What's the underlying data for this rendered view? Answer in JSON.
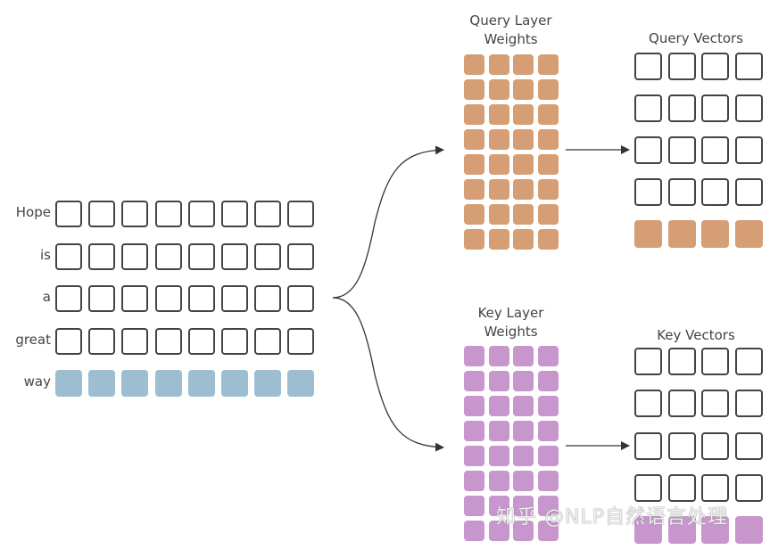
{
  "input": {
    "tokens": [
      "Hope",
      "is",
      "a",
      "great",
      "way"
    ],
    "dim": 8,
    "highlight_color": "#9dbdd1",
    "highlight_row": 4
  },
  "query_weights": {
    "title_line1": "Query Layer",
    "title_line2": "Weights",
    "rows": 8,
    "cols": 4,
    "color": "#d59e74"
  },
  "query_vectors": {
    "title": "Query Vectors",
    "rows": 5,
    "cols": 4,
    "color": "#d59e74",
    "highlight_row": 4
  },
  "key_weights": {
    "title_line1": "Key Layer",
    "title_line2": "Weights",
    "rows": 8,
    "cols": 4,
    "color": "#c796cd"
  },
  "key_vectors": {
    "title": "Key Vectors",
    "rows": 5,
    "cols": 4,
    "color": "#c796cd",
    "highlight_row": 4
  },
  "watermark": "知乎 @NLP自然语言处理"
}
